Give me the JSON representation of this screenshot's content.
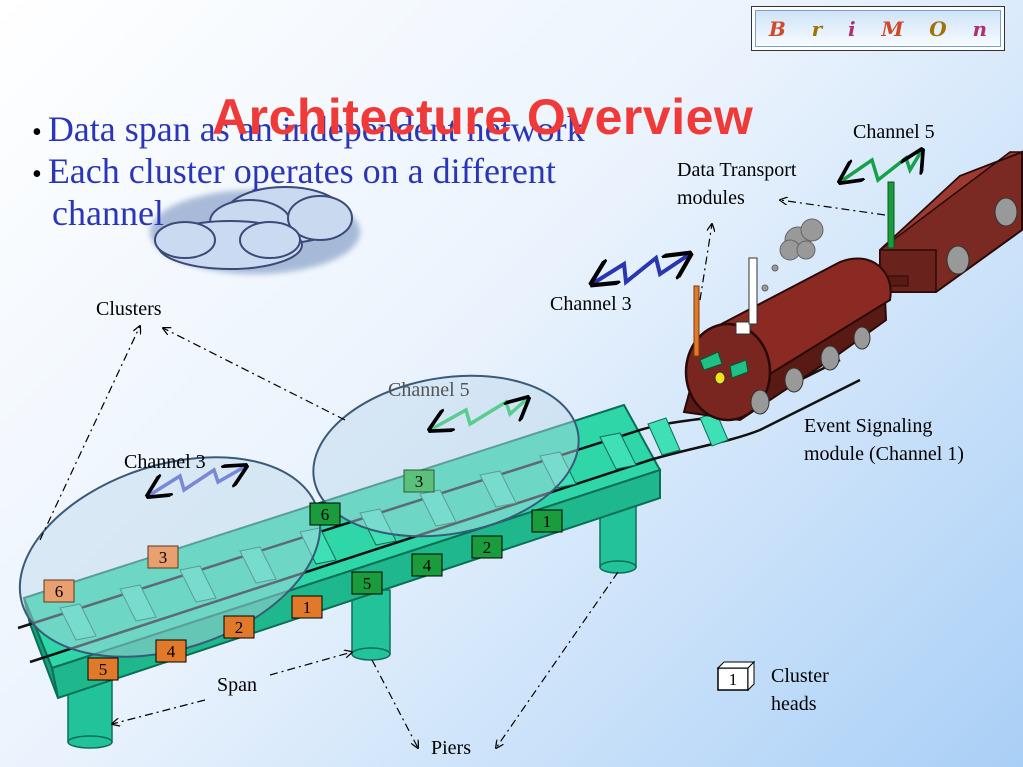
{
  "title": "Architecture Overview",
  "bullets": [
    "Data span as an independent network",
    "Each cluster operates on a different",
    "channel"
  ],
  "logo_letters": [
    "B",
    "r",
    "i",
    "M",
    "O",
    "n"
  ],
  "labels": {
    "channel5_top": "Channel 5",
    "data_transport_1": "Data Transport",
    "data_transport_2": "modules",
    "channel3_mid": "Channel 3",
    "clusters": "Clusters",
    "channel5_cluster": "Channel 5",
    "channel3_cluster": "Channel 3",
    "event_1": "Event Signaling",
    "event_2": "module (Channel 1)",
    "span": "Span",
    "piers": "Piers",
    "cluster_heads_1": "Cluster",
    "cluster_heads_2": "heads"
  },
  "nodes": {
    "orange_left": [
      "6",
      "3",
      "5",
      "4",
      "2",
      "1"
    ],
    "green_right": [
      "6",
      "3",
      "5",
      "4",
      "2",
      "1"
    ],
    "legend": "1"
  },
  "colors": {
    "title": "#f03a3a",
    "bullet_text": "#2b35b8",
    "bridge": "#2fc6a0",
    "orange_node": "#e07a2a",
    "green_node": "#1a9b3c",
    "channel_blue": "#2a35b0",
    "channel_green": "#16a04a",
    "train": "#7a2a22"
  }
}
